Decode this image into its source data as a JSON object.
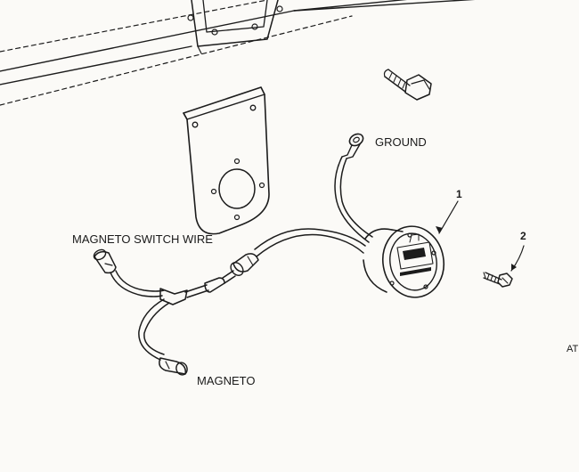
{
  "labels": {
    "ground": "GROUND",
    "magneto_switch_wire": "MAGNETO SWITCH WIRE",
    "magneto": "MAGNETO",
    "callout_1": "1",
    "callout_2": "2",
    "figure_code": "AT"
  },
  "colors": {
    "ink": "#1c1c1c",
    "paper": "#fbfaf7"
  }
}
